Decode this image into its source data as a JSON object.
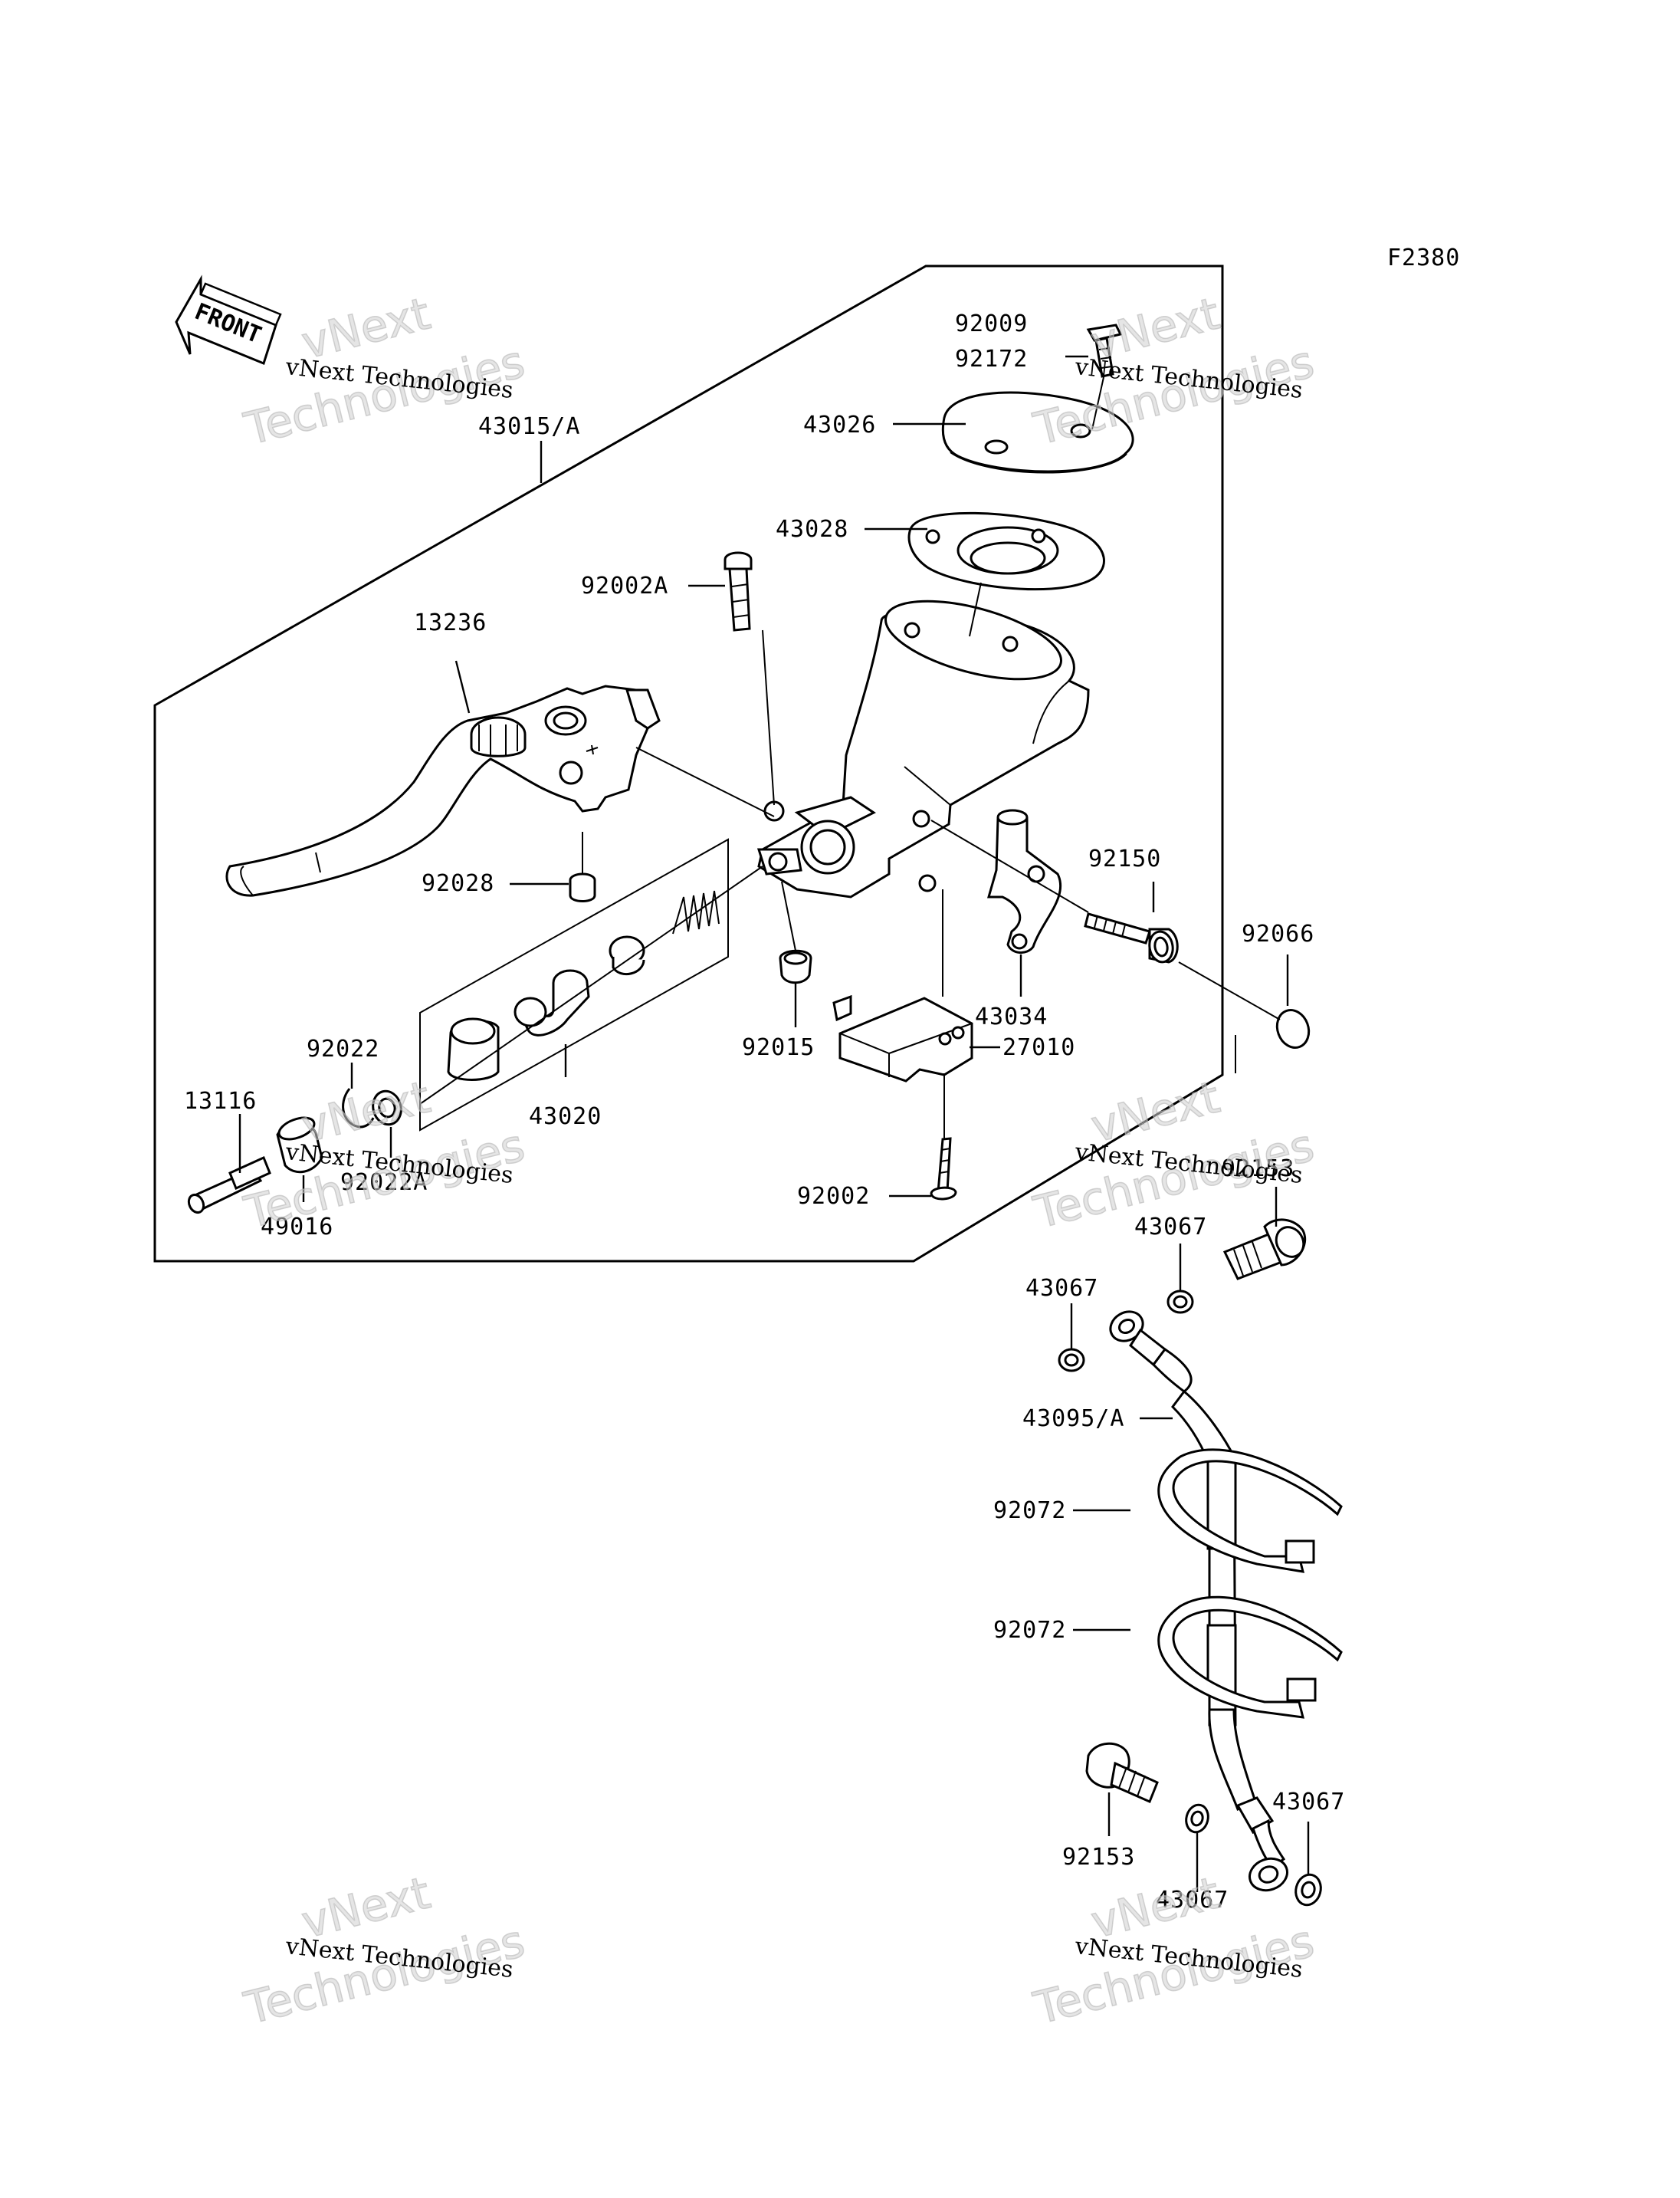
{
  "figure_code": "F2380",
  "front_label": "FRONT",
  "watermark": {
    "line1": "vNext",
    "line2": "Technologies",
    "small": "vNext Technologies"
  },
  "parts": [
    {
      "id": "p-43015A",
      "number": "43015/A"
    },
    {
      "id": "p-92009",
      "number": "92009"
    },
    {
      "id": "p-92172",
      "number": "92172"
    },
    {
      "id": "p-43026",
      "number": "43026"
    },
    {
      "id": "p-43028",
      "number": "43028"
    },
    {
      "id": "p-92002A",
      "number": "92002A"
    },
    {
      "id": "p-13236",
      "number": "13236"
    },
    {
      "id": "p-92028",
      "number": "92028"
    },
    {
      "id": "p-92150",
      "number": "92150"
    },
    {
      "id": "p-92066",
      "number": "92066"
    },
    {
      "id": "p-43034",
      "number": "43034"
    },
    {
      "id": "p-27010",
      "number": "27010"
    },
    {
      "id": "p-92015",
      "number": "92015"
    },
    {
      "id": "p-92022",
      "number": "92022"
    },
    {
      "id": "p-43020",
      "number": "43020"
    },
    {
      "id": "p-13116",
      "number": "13116"
    },
    {
      "id": "p-92022A",
      "number": "92022A"
    },
    {
      "id": "p-49016",
      "number": "49016"
    },
    {
      "id": "p-92002",
      "number": "92002"
    },
    {
      "id": "p-92153a",
      "number": "92153"
    },
    {
      "id": "p-43067a",
      "number": "43067"
    },
    {
      "id": "p-43067b",
      "number": "43067"
    },
    {
      "id": "p-43095A",
      "number": "43095/A"
    },
    {
      "id": "p-92072a",
      "number": "92072"
    },
    {
      "id": "p-92072b",
      "number": "92072"
    },
    {
      "id": "p-92153b",
      "number": "92153"
    },
    {
      "id": "p-43067c",
      "number": "43067"
    },
    {
      "id": "p-43067d",
      "number": "43067"
    }
  ]
}
